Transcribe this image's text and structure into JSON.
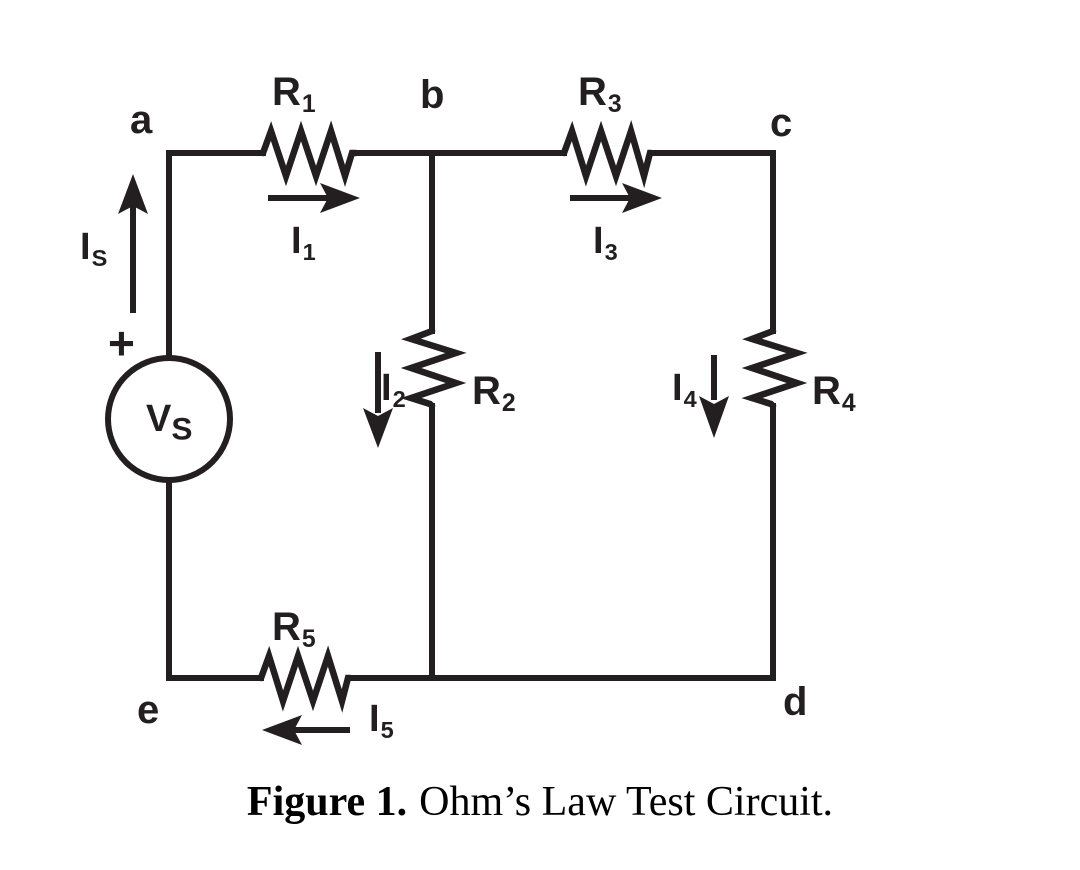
{
  "figure": {
    "caption_number": "Figure 1.",
    "caption_title": "Ohm’s Law Test Circuit.",
    "ink_color": "#231f20",
    "background_color": "#ffffff"
  },
  "nodes": [
    {
      "id": "a",
      "label": "a"
    },
    {
      "id": "b",
      "label": "b"
    },
    {
      "id": "c",
      "label": "c"
    },
    {
      "id": "d",
      "label": "d"
    },
    {
      "id": "e",
      "label": "e"
    }
  ],
  "source": {
    "symbol_name": "voltage-source",
    "label_main": "V",
    "label_sub": "S",
    "polarity_marker": "+"
  },
  "resistors": [
    {
      "id": "R1",
      "label_main": "R",
      "label_sub": "1",
      "orientation": "horizontal"
    },
    {
      "id": "R2",
      "label_main": "R",
      "label_sub": "2",
      "orientation": "vertical"
    },
    {
      "id": "R3",
      "label_main": "R",
      "label_sub": "3",
      "orientation": "horizontal"
    },
    {
      "id": "R4",
      "label_main": "R",
      "label_sub": "4",
      "orientation": "vertical"
    },
    {
      "id": "R5",
      "label_main": "R",
      "label_sub": "5",
      "orientation": "horizontal"
    }
  ],
  "currents": [
    {
      "id": "IS",
      "label_main": "I",
      "label_sub": "S",
      "direction": "up"
    },
    {
      "id": "I1",
      "label_main": "I",
      "label_sub": "1",
      "direction": "right"
    },
    {
      "id": "I2",
      "label_main": "I",
      "label_sub": "2",
      "direction": "down"
    },
    {
      "id": "I3",
      "label_main": "I",
      "label_sub": "3",
      "direction": "right"
    },
    {
      "id": "I4",
      "label_main": "I",
      "label_sub": "4",
      "direction": "down"
    },
    {
      "id": "I5",
      "label_main": "I",
      "label_sub": "5",
      "direction": "left"
    }
  ]
}
